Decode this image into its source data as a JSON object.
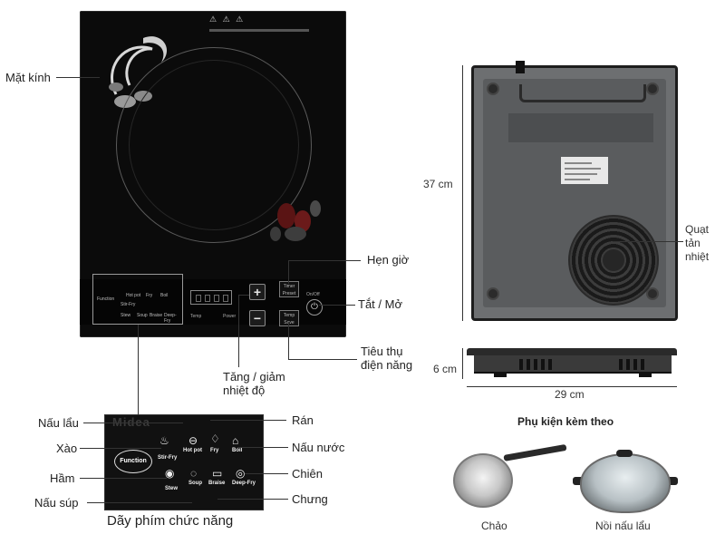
{
  "cooktop": {
    "warning_symbols": "⚠ ⚠ ⚠",
    "function_box_label": "Function",
    "function_keys": [
      "Hot pot",
      "Fry",
      "Boil",
      "Stir-Fry",
      "Stew",
      "Soup",
      "Braise",
      "Deep-Fry"
    ],
    "temp_label": "Temp",
    "power_label": "Power",
    "timer_label": "Timer",
    "preset_label": "Preset",
    "temp2_label": "Temp",
    "save_label": "Save",
    "on_off_label": "On/Off",
    "plus": "+",
    "minus": "−",
    "power_symbol": "⏻"
  },
  "callouts": {
    "mat_kinh": "Mặt kính",
    "hen_gio": "Hẹn giờ",
    "tat_mo": "Tắt / Mở",
    "tieu_thu_1": "Tiêu thụ",
    "tieu_thu_2": "điện năng",
    "tang_giam_1": "Tăng / giảm",
    "tang_giam_2": "nhiệt độ"
  },
  "zoom_panel": {
    "brand": "Midea",
    "function": "Function",
    "hot_pot": "Hot pot",
    "fry": "Fry",
    "boil": "Boil",
    "stir_fry": "Stir-Fry",
    "stew": "Stew",
    "soup": "Soup",
    "braise": "Braise",
    "deep_fry": "Deep-Fry"
  },
  "zoom_callouts": {
    "nau_lau": "Nấu lẩu",
    "xao": "Xào",
    "ham": "Hầm",
    "nau_sup": "Nấu súp",
    "ran": "Rán",
    "nau_nuoc": "Nấu nước",
    "chien": "Chiên",
    "chung": "Chưng",
    "caption": "Dãy phím chức năng"
  },
  "bottom_view": {
    "height_label": "37 cm",
    "fan_label_1": "Quạt",
    "fan_label_2": "tản",
    "fan_label_3": "nhiệt"
  },
  "side_view": {
    "thickness_label": "6 cm",
    "width_label": "29 cm"
  },
  "accessories": {
    "title": "Phụ kiện kèm theo",
    "item_1": "Chảo",
    "item_2": "Nồi nấu lẩu"
  },
  "colors": {
    "glass": "#0b0b0b",
    "label_text": "#222222",
    "leader_line": "#333333"
  }
}
